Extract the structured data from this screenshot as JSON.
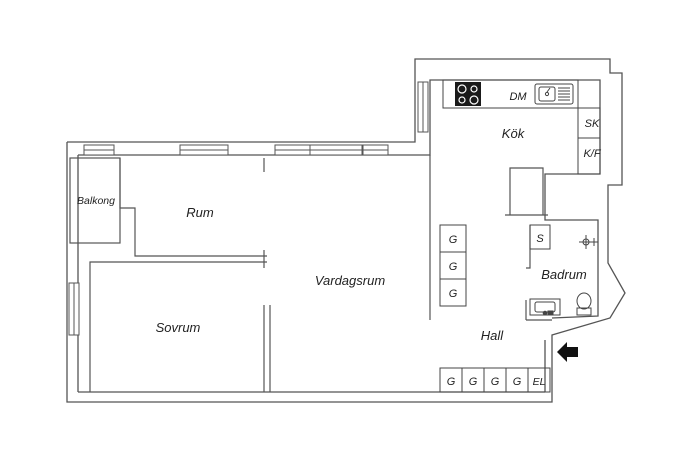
{
  "rooms": {
    "kok": "Kök",
    "rum": "Rum",
    "balkong": "Balkong",
    "vardagsrum": "Vardagsrum",
    "sovrum": "Sovrum",
    "hall": "Hall",
    "badrum": "Badrum"
  },
  "fixtures": {
    "dm": "DM",
    "sk": "SK",
    "kf": "K/F",
    "s": "S",
    "el": "EL",
    "hall_column": [
      "G",
      "G",
      "G"
    ],
    "bottom_row": [
      "G",
      "G",
      "G",
      "G"
    ]
  },
  "icons": {
    "entrance": "arrow-left-icon",
    "stove": "stove-icon",
    "sink": "kitchen-sink-icon",
    "shower": "shower-icon",
    "toilet": "toilet-icon",
    "washbasin": "washbasin-icon"
  },
  "colors": {
    "wall": "#555555",
    "line": "#444444",
    "stove": "#1a1a1a",
    "arrow": "#111111"
  }
}
